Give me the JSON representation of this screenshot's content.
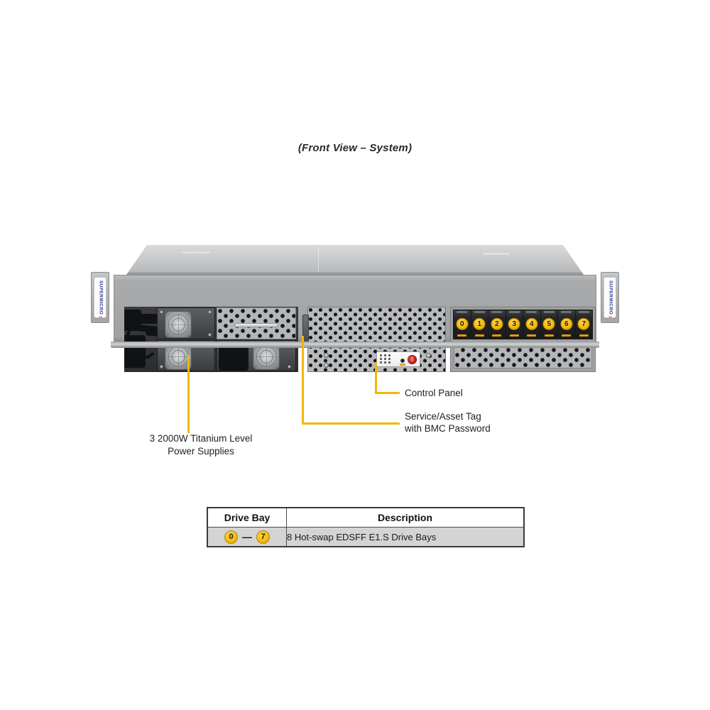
{
  "caption": "(Front View – System)",
  "product": {
    "brand": "SUPERMICRO",
    "chassis_form": "2U rackmount server front view"
  },
  "colors": {
    "callout": "#f2b705",
    "badge": "#f2b90a",
    "brand_text": "#2a3f98",
    "brand_dot": "#e23b1e",
    "power_button": "#c31f14",
    "table_row_bg": "#d4d4d4"
  },
  "drive_bays": {
    "count": 8,
    "labels": [
      "0",
      "1",
      "2",
      "3",
      "4",
      "5",
      "6",
      "7"
    ]
  },
  "callouts": [
    {
      "id": "power-supplies",
      "label": "3 2000W Titanium Level\nPower Supplies"
    },
    {
      "id": "service-asset-tag",
      "label": "Service/Asset Tag\nwith BMC Password"
    },
    {
      "id": "control-panel",
      "label": "Control Panel"
    }
  ],
  "table": {
    "headers": [
      "Drive Bay",
      "Description"
    ],
    "rows": [
      {
        "range_start": "0",
        "range_dash": "—",
        "range_end": "7",
        "description": "8 Hot-swap  EDSFF E1.S Drive  Bays"
      }
    ]
  }
}
